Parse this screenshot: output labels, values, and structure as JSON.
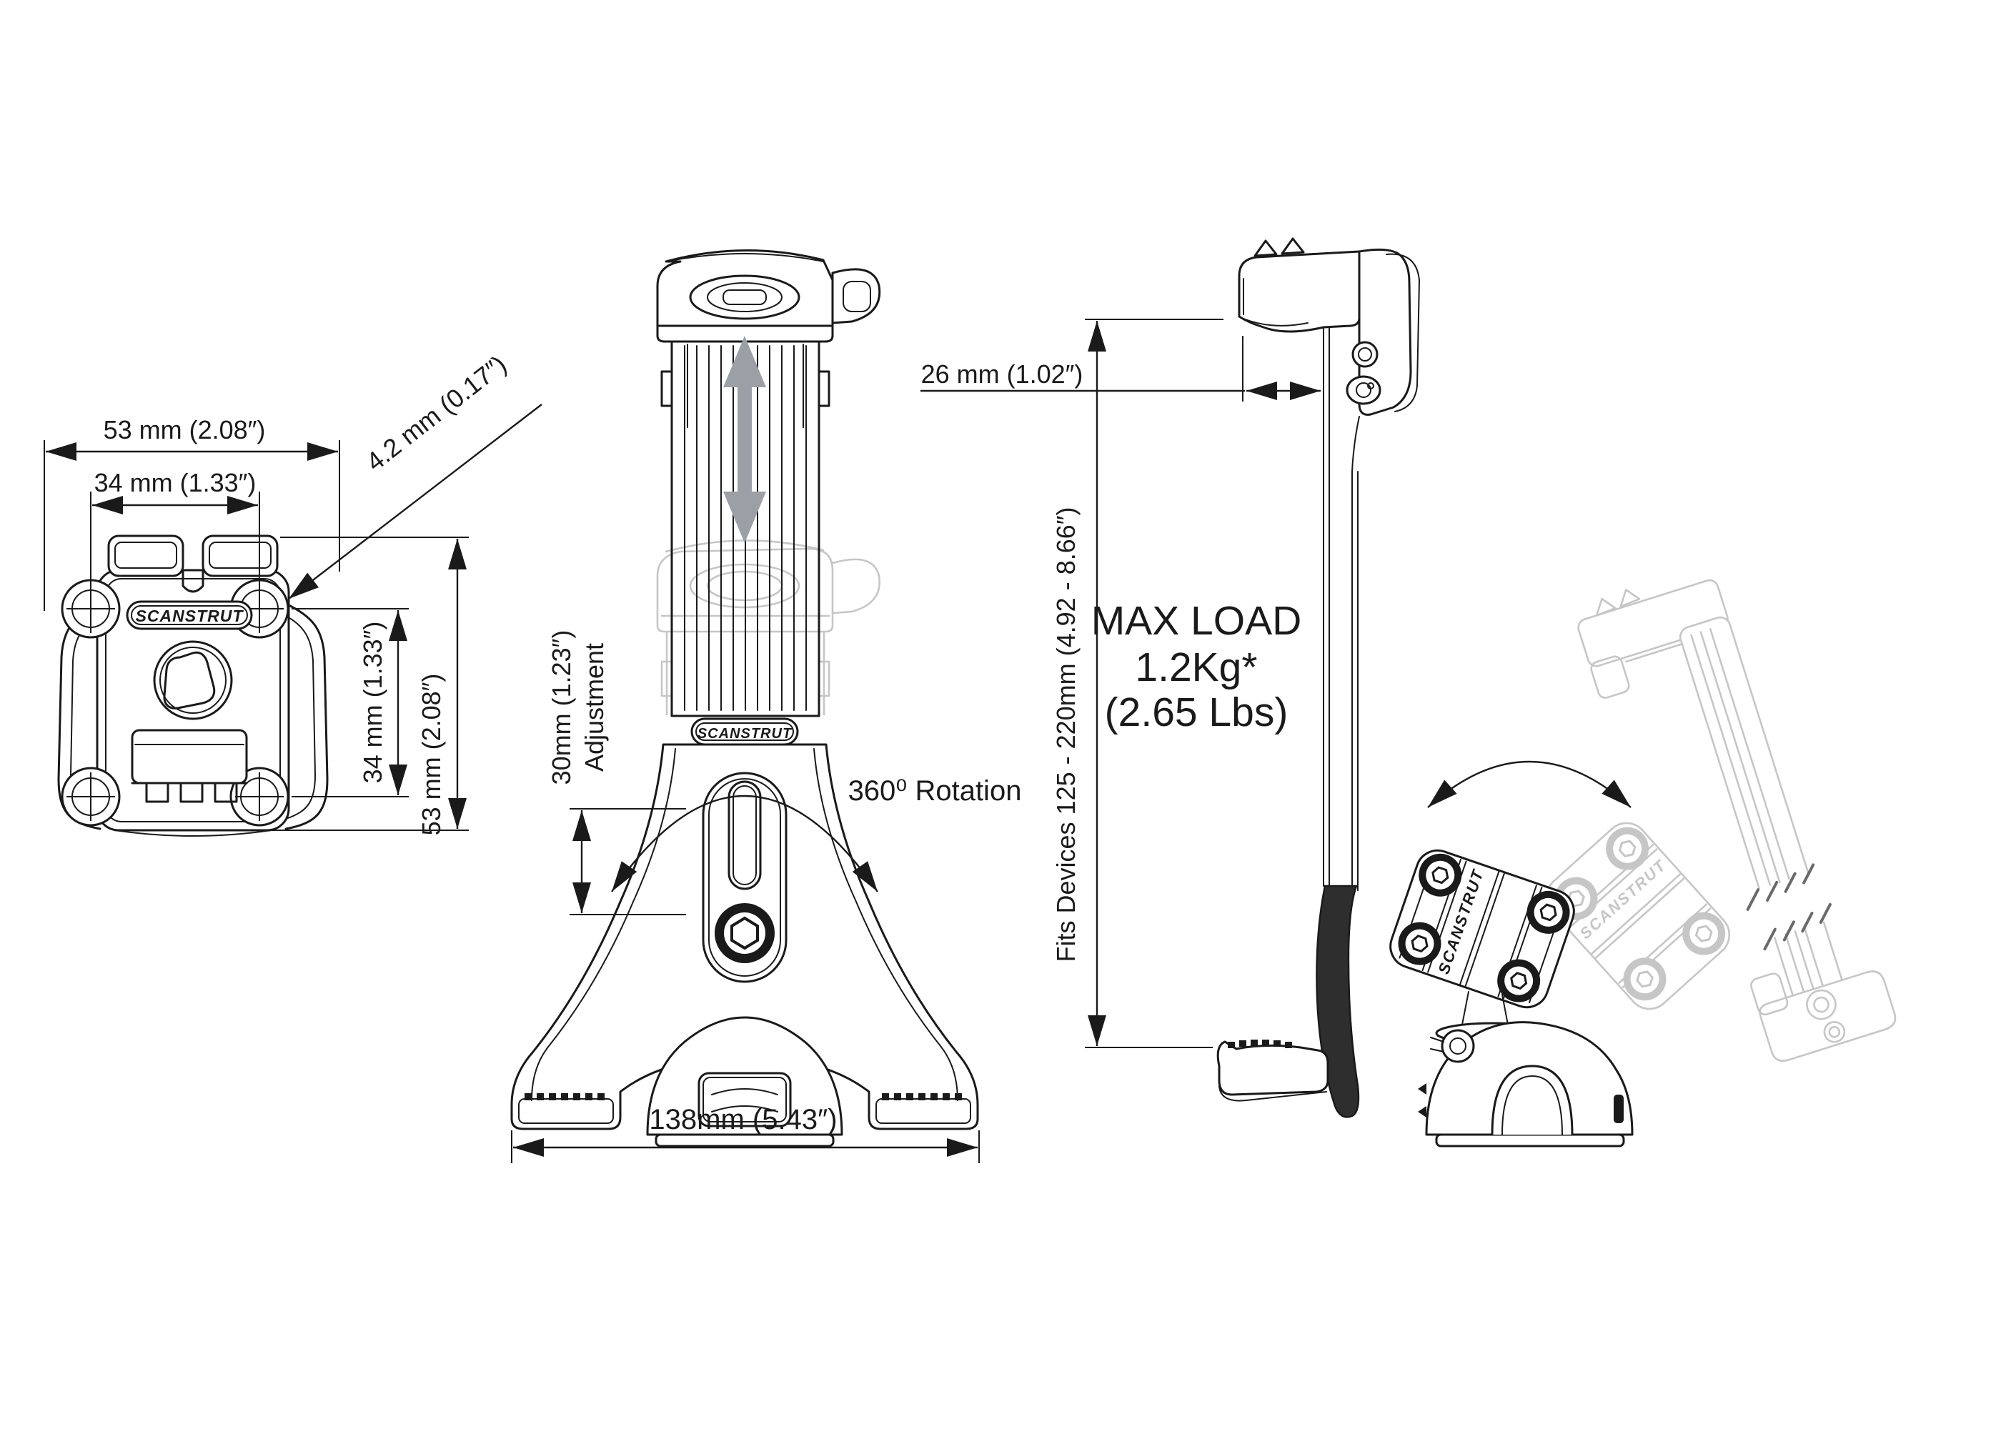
{
  "page": {
    "title": "Scanstrut tablet mount dimension drawing",
    "background": "#ffffff"
  },
  "colors": {
    "line": "#1a1a1a",
    "ghost": "#c6c6c6",
    "slide_arrow": "#9aa0a6",
    "holder_edge_fill": "#2e2e2e"
  },
  "front_plate_view": {
    "logo": "SCANSTRUT",
    "width_outer": "53 mm (2.08″)",
    "width_inner": "34 mm (1.33″)",
    "hole_diameter": "4.2 mm (0.17″)",
    "height_inner": "34 mm (1.33″)",
    "height_outer": "53 mm (2.08″)"
  },
  "stand_view": {
    "logo": "SCANSTRUT",
    "adjustment_value": "30mm (1.23″)",
    "adjustment_label": "Adjustment",
    "rotation_label": "360⁰ Rotation",
    "base_width": "138mm (5.43″)"
  },
  "side_view": {
    "logo": "SCANSTRUT",
    "top_clamp_depth": "26 mm (1.02″)",
    "device_range": "Fits Devices 125 - 220mm (4.92 - 8.66″)",
    "max_load": {
      "line1": "MAX LOAD",
      "line2": "1.2Kg*",
      "line3": "(2.65 Lbs)"
    }
  }
}
